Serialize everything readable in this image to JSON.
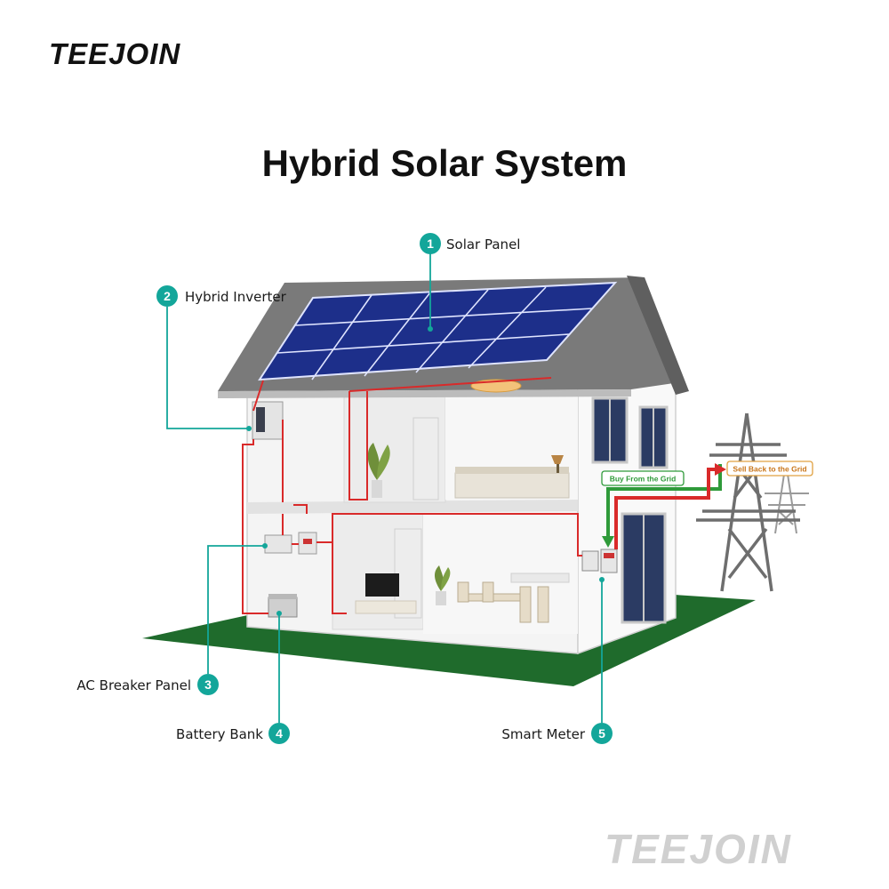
{
  "brand": {
    "logo_text": "TEEJOIN",
    "watermark_text": "TEEJOIN"
  },
  "title": "Hybrid Solar System",
  "callouts": [
    {
      "number": "1",
      "label": "Solar Panel"
    },
    {
      "number": "2",
      "label": "Hybrid Inverter"
    },
    {
      "number": "3",
      "label": "AC Breaker Panel"
    },
    {
      "number": "4",
      "label": "Battery Bank"
    },
    {
      "number": "5",
      "label": "Smart Meter"
    }
  ],
  "grid_flow": {
    "buy_label": "Buy From the Grid",
    "sell_label": "Sell Back to the Grid"
  },
  "colors": {
    "accent_teal": "#13a69a",
    "buy_green": "#2f9a3a",
    "sell_red": "#d92a2a",
    "ground_green": "#1f6b2c",
    "panel_blue": "#1d2f8a"
  }
}
